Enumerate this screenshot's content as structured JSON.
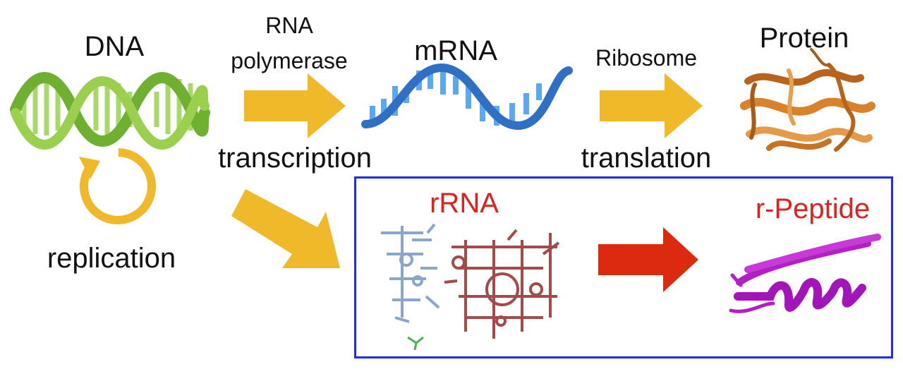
{
  "labels": {
    "dna": "DNA",
    "rna_polymerase_line1": "RNA",
    "rna_polymerase_line2": "polymerase",
    "mrna": "mRNA",
    "ribosome": "Ribosome",
    "protein": "Protein",
    "transcription": "transcription",
    "translation": "translation",
    "replication": "replication",
    "rrna": "rRNA",
    "r_peptide": "r-Peptide"
  },
  "colors": {
    "arrow_yellow": "#f0b92a",
    "arrow_red": "#dc2a10",
    "dna_green": "#8dc63f",
    "mrna_blue": "#3d8fe0",
    "protein_orange": "#d9822b",
    "peptide_magenta": "#b21fc4",
    "rrna_blue": "#8aa6c8",
    "rrna_red": "#a44a4a",
    "box_border": "#1d2bff",
    "label_red": "#e0201c"
  },
  "icons": [
    "dna-helix-icon",
    "mrna-strand-icon",
    "protein-structure-icon",
    "replication-cycle-icon",
    "rrna-structure-icon",
    "peptide-helix-icon"
  ]
}
